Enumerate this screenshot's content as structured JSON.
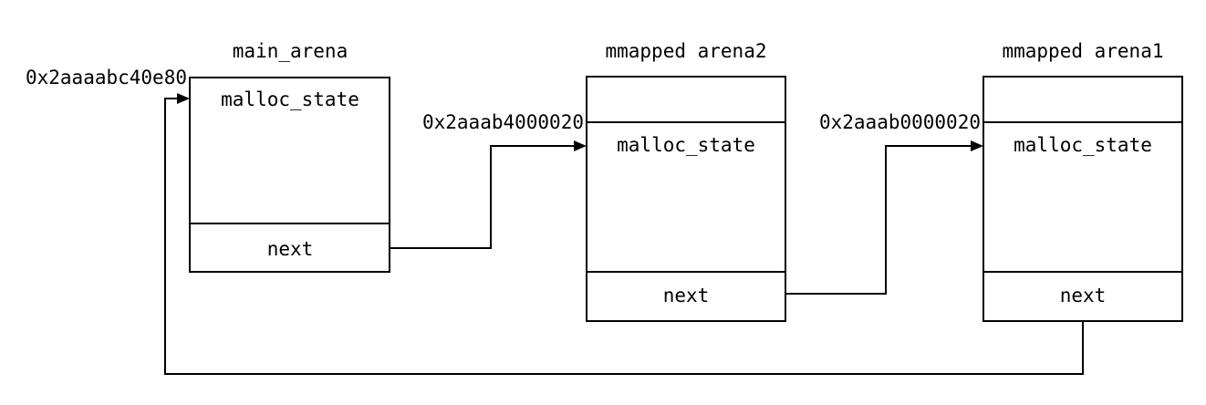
{
  "diagram": {
    "type": "linked-list-structure-diagram",
    "subject": "glibc malloc arena linked list",
    "background_color": "#ffffff",
    "line_color": "#000000",
    "text_color": "#000000",
    "nodes": [
      {
        "id": "main_arena",
        "title": "main_arena",
        "address_label": "0x2aaaabc40e80",
        "fields": [
          {
            "name": "malloc_state",
            "label": "malloc_state"
          },
          {
            "name": "next",
            "label": "next"
          }
        ]
      },
      {
        "id": "arena2",
        "title": "mmapped arena2",
        "address_label": "0x2aaab4000020",
        "fields": [
          {
            "name": "header",
            "label": ""
          },
          {
            "name": "malloc_state",
            "label": "malloc_state"
          },
          {
            "name": "next",
            "label": "next"
          }
        ]
      },
      {
        "id": "arena1",
        "title": "mmapped arena1",
        "address_label": "0x2aaab0000020",
        "fields": [
          {
            "name": "header",
            "label": ""
          },
          {
            "name": "malloc_state",
            "label": "malloc_state"
          },
          {
            "name": "next",
            "label": "next"
          }
        ]
      }
    ],
    "edges": [
      {
        "id": "main-to-arena2",
        "from": "main_arena.next",
        "to": "arena2.malloc_state",
        "label": "0x2aaab4000020"
      },
      {
        "id": "arena2-to-arena1",
        "from": "arena2.next",
        "to": "arena1.malloc_state",
        "label": "0x2aaab0000020"
      },
      {
        "id": "arena1-to-main",
        "from": "arena1.next",
        "to": "main_arena.malloc_state",
        "label": "0x2aaaabc40e80"
      }
    ]
  }
}
